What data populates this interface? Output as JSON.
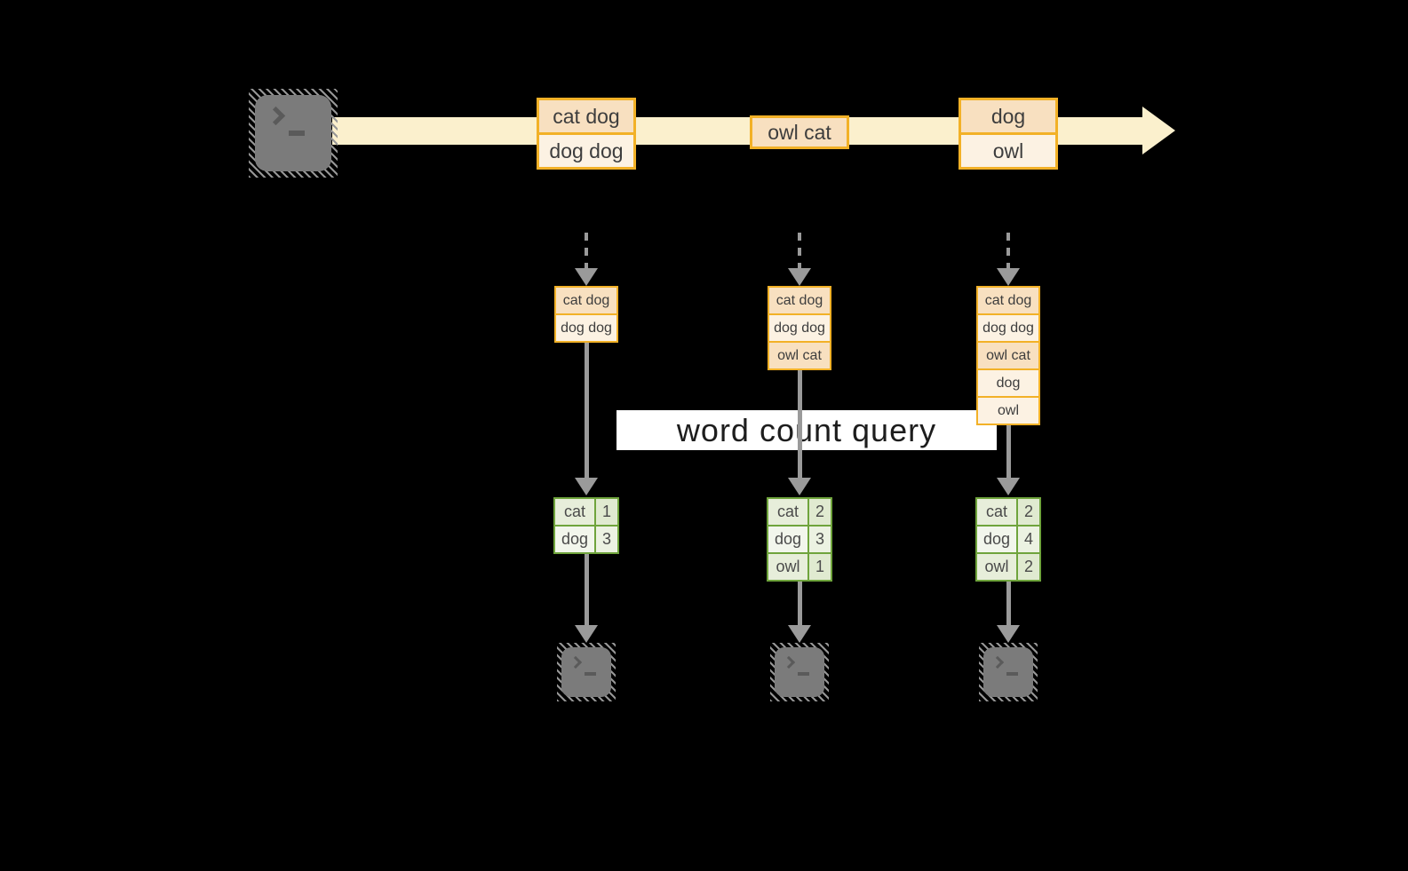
{
  "banner": {
    "label": "word count query"
  },
  "palette": {
    "background": "#000000",
    "stream_band": "#fbf0cd",
    "event_box_border": "#f2b127",
    "event_cell_dark": "#f8e0c0",
    "event_cell_light": "#fcf2e3",
    "count_table_border": "#6fa43c",
    "count_cell_dark": "#e7eeda",
    "count_cell_light": "#f2f6ec",
    "arrow_gray": "#9a9a9a",
    "terminal_gray": "#7b7b7b"
  },
  "icons": {
    "source": "terminal-icon",
    "sink_1": "terminal-icon",
    "sink_2": "terminal-icon",
    "sink_3": "terminal-icon"
  },
  "stream_events": [
    {
      "lines": [
        "cat dog",
        "dog dog"
      ]
    },
    {
      "lines": [
        "owl cat"
      ]
    },
    {
      "lines": [
        "dog",
        "owl"
      ]
    }
  ],
  "columns": [
    {
      "batch": {
        "lines": [
          "cat dog",
          "dog dog"
        ]
      },
      "counts": {
        "rows": [
          {
            "word": "cat",
            "count": "1"
          },
          {
            "word": "dog",
            "count": "3"
          }
        ]
      }
    },
    {
      "batch": {
        "lines": [
          "cat dog",
          "dog dog",
          "owl cat"
        ]
      },
      "counts": {
        "rows": [
          {
            "word": "cat",
            "count": "2"
          },
          {
            "word": "dog",
            "count": "3"
          },
          {
            "word": "owl",
            "count": "1"
          }
        ]
      }
    },
    {
      "batch": {
        "lines": [
          "cat dog",
          "dog dog",
          "owl cat",
          "dog",
          "owl"
        ]
      },
      "counts": {
        "rows": [
          {
            "word": "cat",
            "count": "2"
          },
          {
            "word": "dog",
            "count": "4"
          },
          {
            "word": "owl",
            "count": "2"
          }
        ]
      }
    }
  ]
}
